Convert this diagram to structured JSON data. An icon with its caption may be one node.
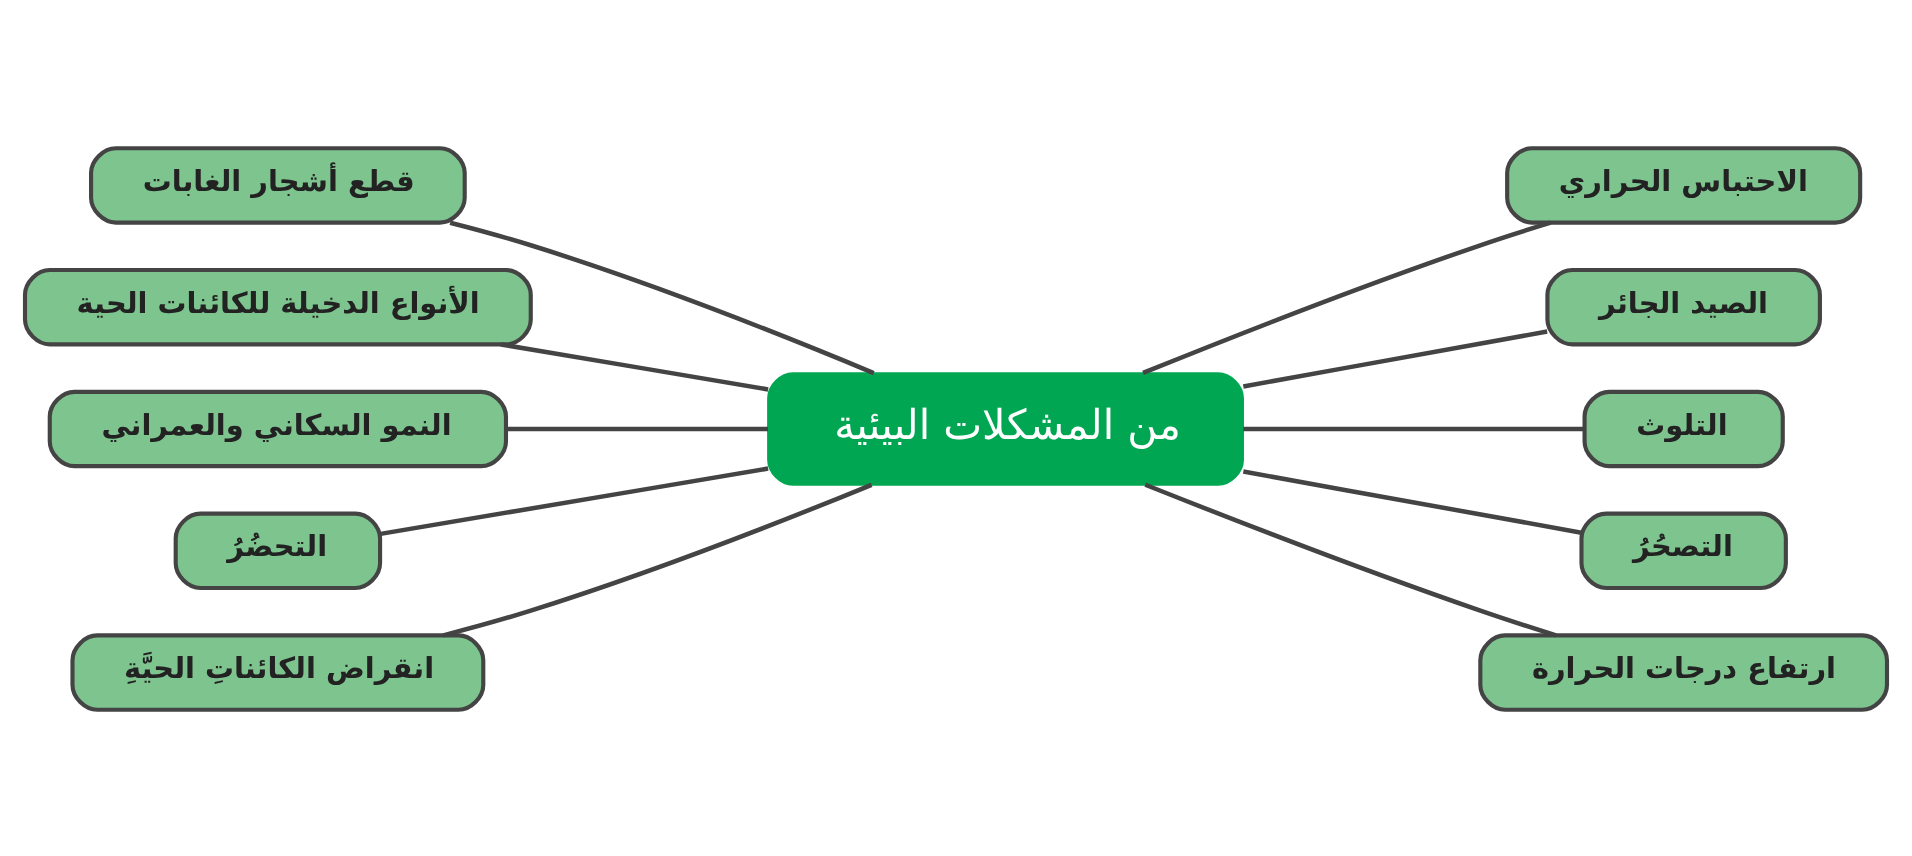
{
  "diagram": {
    "nodes": [
      {
        "text": [
          "من المشكلات البيئية"
        ]
      },
      {
        "text": [
          "الاحتباس الحراري"
        ]
      },
      {
        "text": [
          "الصيد الجائر"
        ]
      },
      {
        "text": [
          "التلوث"
        ]
      },
      {
        "text": [
          "التصحُرُ"
        ]
      },
      {
        "text": [
          "ارتفاع درجات الحرارة"
        ]
      },
      {
        "text": [
          "قطع أشجار الغابات"
        ]
      },
      {
        "text": [
          "الأنواع الدخيلة للكائنات الحية"
        ]
      },
      {
        "text": [
          "النمو السكاني والعمراني"
        ]
      },
      {
        "text": [
          "التحضُرُ"
        ]
      },
      {
        "text": [
          "انقراض الكائناتِ الحيَّةِ"
        ]
      }
    ],
    "edges": [
      {
        "from": 0,
        "to": 1,
        "arrow": "none"
      },
      {
        "from": 0,
        "to": 2,
        "arrow": "none"
      },
      {
        "from": 0,
        "to": 3,
        "arrow": "none"
      },
      {
        "from": 0,
        "to": 4,
        "arrow": "none"
      },
      {
        "from": 0,
        "to": 5,
        "arrow": "none"
      },
      {
        "from": 6,
        "to": 0,
        "arrow": "none"
      },
      {
        "from": 7,
        "to": 0,
        "arrow": "none"
      },
      {
        "from": 8,
        "to": 0,
        "arrow": "none"
      },
      {
        "from": 9,
        "to": 0,
        "arrow": "none"
      },
      {
        "from": 10,
        "to": 0,
        "arrow": "none"
      }
    ]
  }
}
